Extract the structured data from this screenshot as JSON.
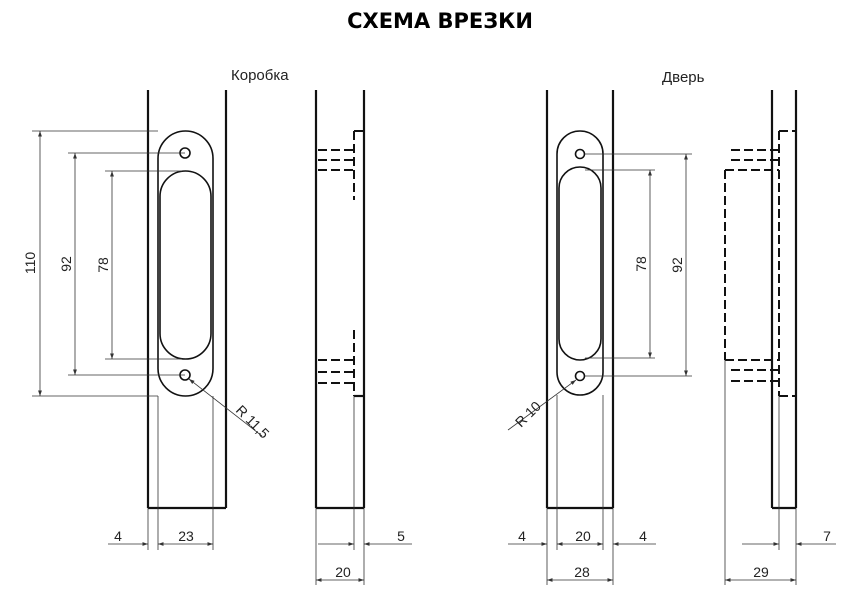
{
  "title": "СХЕМА ВРЕЗКИ",
  "captions": {
    "frame": "Коробка",
    "door": "Дверь"
  },
  "frame_front": {
    "dim_110": "110",
    "dim_92": "92",
    "dim_78": "78",
    "radius": "R 11,5",
    "offset": "4",
    "width": "23"
  },
  "frame_side": {
    "offset": "5",
    "depth": "20"
  },
  "door_front": {
    "dim_92": "92",
    "dim_78": "78",
    "radius": "R 10",
    "offset_left": "4",
    "width": "20",
    "offset_right": "4",
    "total": "28"
  },
  "door_side": {
    "offset": "7",
    "depth": "29"
  }
}
